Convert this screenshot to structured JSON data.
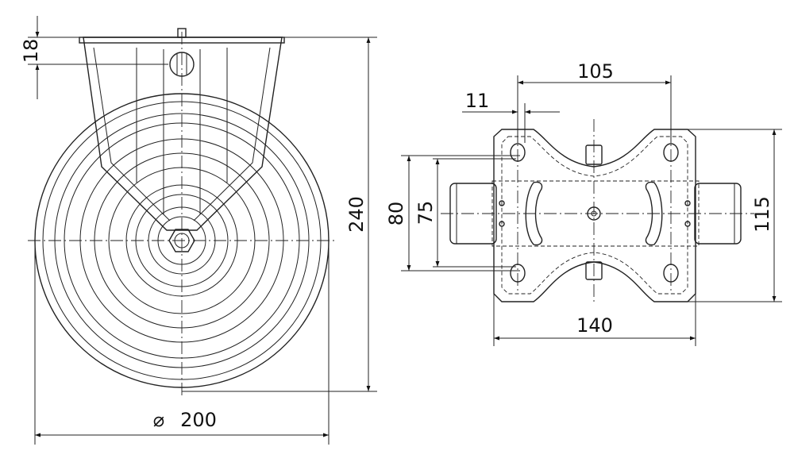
{
  "dimensions": {
    "plate_thickness": "18",
    "overall_height": "240",
    "wheel_diameter_symbol": "⌀",
    "wheel_diameter": "200",
    "hole_spacing_x": "105",
    "slot_width": "11",
    "hole_spacing_y_outer": "80",
    "hole_spacing_y_inner": "75",
    "plate_width": "140",
    "plate_length": "115"
  }
}
